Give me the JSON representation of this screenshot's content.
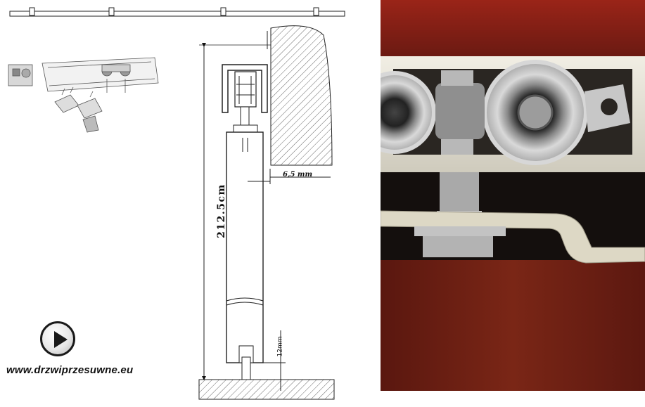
{
  "brand": {
    "url_text": "www.drzwiprzesuwne.eu"
  },
  "dimensions": {
    "height_label": "212.5cm",
    "gap_label": "6,5 mm",
    "floor_label": "12mm"
  },
  "video": {
    "icon": "play-icon"
  },
  "colors": {
    "wood_red": "#7a1e16",
    "aluminium": "#e3e0d4",
    "background": "#ffffff"
  }
}
